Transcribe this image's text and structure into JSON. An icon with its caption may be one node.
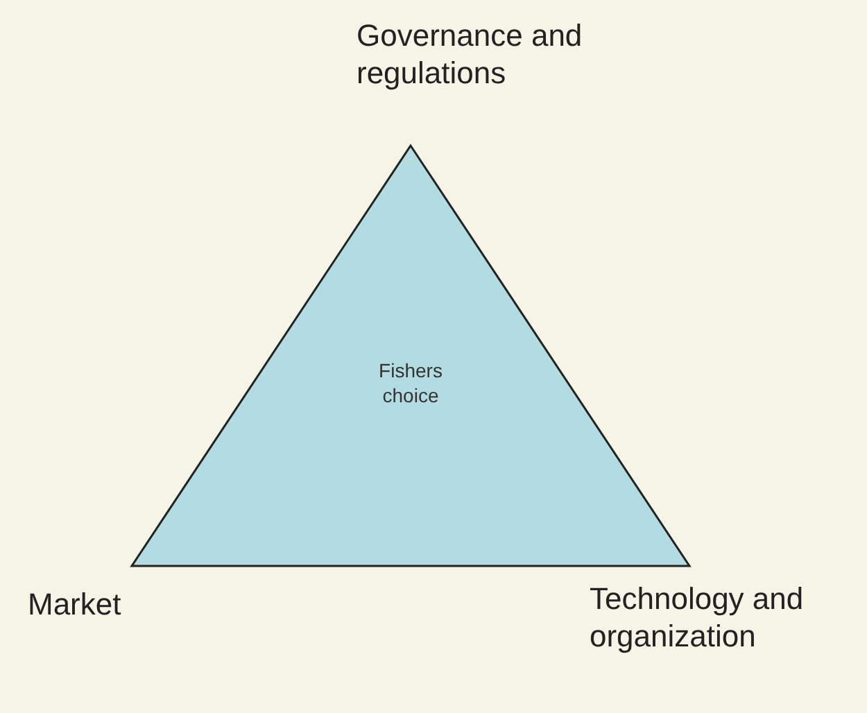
{
  "diagram": {
    "nodes": [
      {
        "text": [
          "Fishers choice"
        ]
      }
    ],
    "labels": [
      "Governance and regulations",
      "Market",
      "Technology and organization"
    ]
  }
}
